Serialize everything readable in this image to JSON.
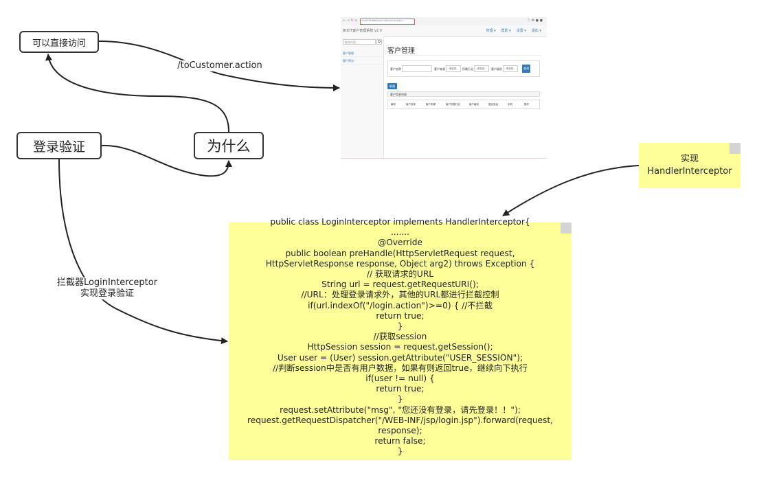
{
  "nodes": {
    "direct_access": "可以直接访问",
    "login_check": "登录验证",
    "why": "为什么"
  },
  "edge_labels": {
    "to_customer": "/toCustomer.action",
    "interceptor_line1": "拦截器LoginInterceptor",
    "interceptor_line2": "实现登录验证"
  },
  "note_impl": {
    "line1": "实现",
    "line2": "HandlerInterceptor"
  },
  "code_lines": [
    "public class LoginInterceptor implements HandlerInterceptor{",
    ".......",
    "@Override",
    "public boolean preHandle(HttpServletRequest request,",
    "HttpServletResponse response, Object arg2) throws Exception {",
    "// 获取请求的URL",
    "String url = request.getRequestURI();",
    "//URL：处理登录请求外，其他的URL都进行拦截控制",
    "if(url.indexOf(\"/login.action\")>=0) { //不拦截",
    "return true;",
    "}",
    "//获取session",
    "HttpSession session = request.getSession();",
    "User user = (User) session.getAttribute(\"USER_SESSION\");",
    "//判断session中是否有用户数据，如果有则返回true，继续向下执行",
    "if(user != null) {",
    "return true;",
    "}",
    "request.setAttribute(\"msg\", \"您还没有登录，请先登录！！\");",
    "request.getRequestDispatcher(\"/WEB-INF/jsp/login.jsp\").forward(request,",
    "response);",
    "return false;",
    "}"
  ],
  "screenshot": {
    "url": "localhost:8080/ssm/customer/list.action",
    "app_title": "BOOT客户管理系统 v2.0",
    "menu": [
      "管理 ▾",
      "帮助 ▾",
      "设置 ▾",
      "退出 ▾"
    ],
    "search_placeholder": "查询内容...",
    "search_button": "Q",
    "side_items": [
      "客户管理",
      "客户拜访"
    ],
    "heading": "客户管理",
    "filters": [
      {
        "label": "客户名称",
        "value": ""
      },
      {
        "label": "客户来源",
        "value": "--请选择--"
      },
      {
        "label": "所属行业",
        "value": "--请选择--"
      },
      {
        "label": "客户级别",
        "value": "--请选择--"
      }
    ],
    "query_button": "查询",
    "new_button": "新建",
    "table_title": "客户信息列表",
    "columns": [
      "编号",
      "客户名称",
      "客户来源",
      "客户所属行业",
      "客户级别",
      "固定电话",
      "手机",
      "操作"
    ]
  },
  "colors": {
    "note": "#ffff99",
    "stroke": "#333333",
    "screenshot_accent": "#337ab7",
    "highlight": "#e05a5a"
  }
}
